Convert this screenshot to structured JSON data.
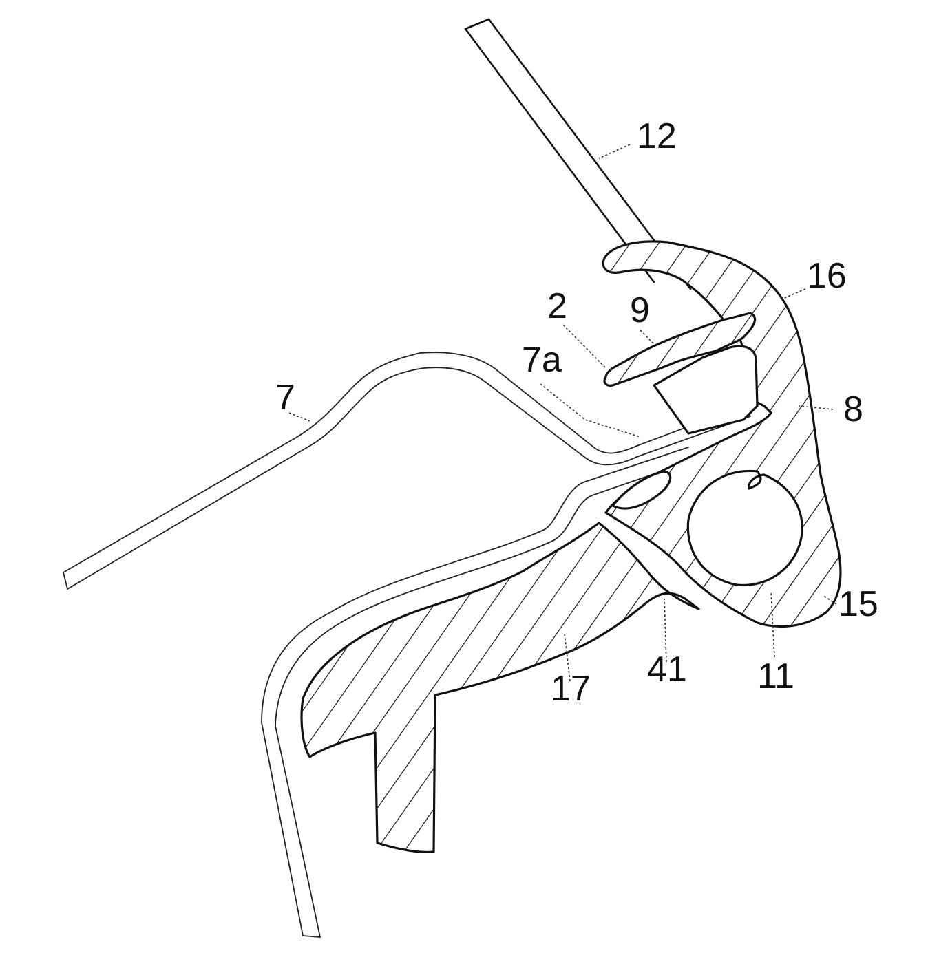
{
  "labels": {
    "12": "12",
    "16": "16",
    "2": "2",
    "9": "9",
    "7a": "7a",
    "7": "7",
    "8": "8",
    "15": "15",
    "11": "11",
    "41": "41",
    "17": "17"
  }
}
